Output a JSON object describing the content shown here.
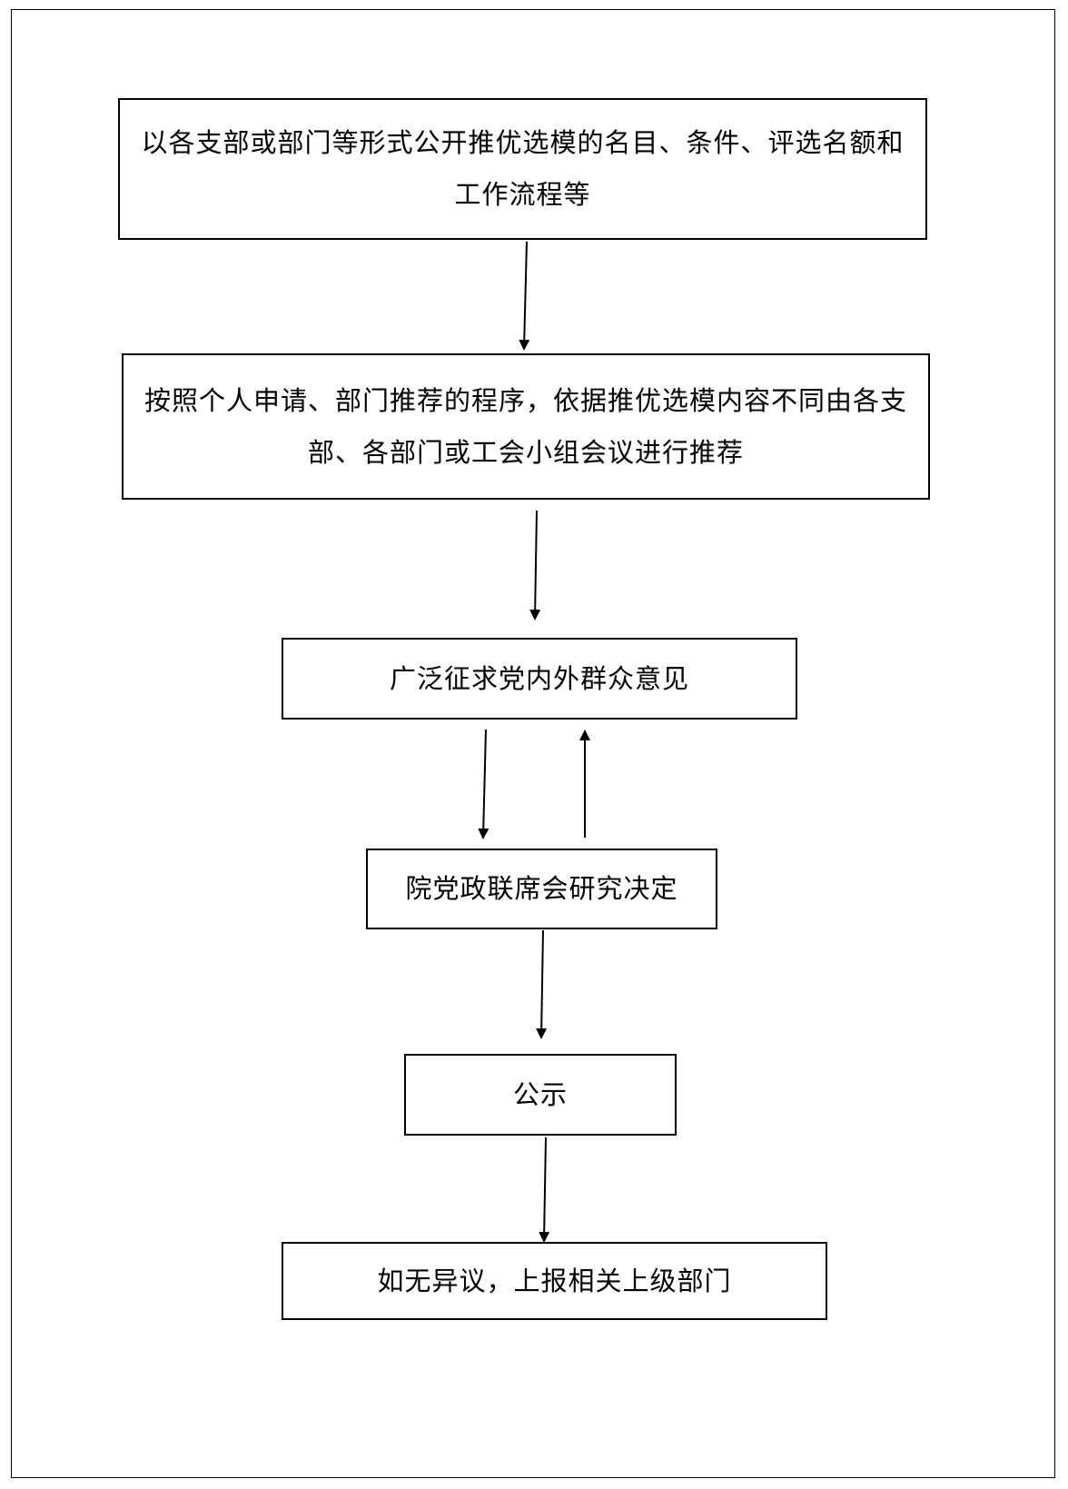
{
  "colors": {
    "line": "#000000",
    "background": "#ffffff"
  },
  "steps": [
    {
      "text": "以各支部或部门等形式公开推优选模的名目、条件、评选名额和工作流程等"
    },
    {
      "text": "按照个人申请、部门推荐的程序，依据推优选模内容不同由各支部、各部门或工会小组会议进行推荐"
    },
    {
      "text": "广泛征求党内外群众意见"
    },
    {
      "text": "院党政联席会研究决定"
    },
    {
      "text": "公示"
    },
    {
      "text": "如无异议，上报相关上级部门"
    }
  ],
  "connections": [
    {
      "from": "step-1",
      "to": "step-2",
      "direction": "down"
    },
    {
      "from": "step-2",
      "to": "step-3",
      "direction": "down"
    },
    {
      "from": "step-3",
      "to": "step-4",
      "direction": "down"
    },
    {
      "from": "step-4",
      "to": "step-3",
      "direction": "up"
    },
    {
      "from": "step-4",
      "to": "step-5",
      "direction": "down"
    },
    {
      "from": "step-5",
      "to": "step-6",
      "direction": "down"
    }
  ]
}
